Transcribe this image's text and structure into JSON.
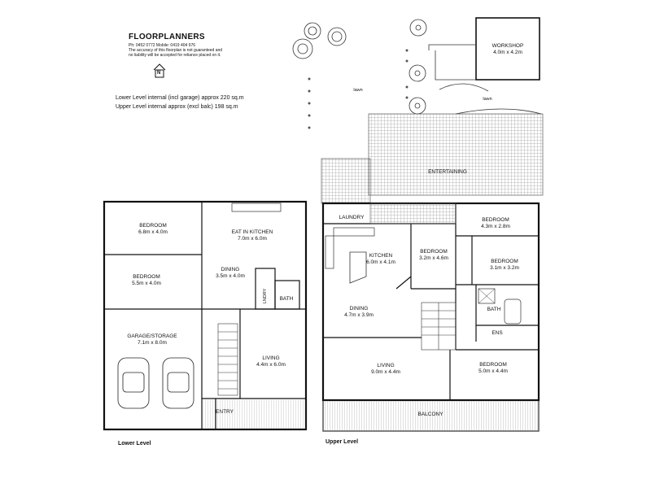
{
  "header": {
    "brand": "FLOORPLANNERS",
    "contact": "Ph: 0452 0772 Mobile: 0419 404 976",
    "disclaimer": "The accuracy of this floorplan is not guaranteed and no liability will be accepted for reliance placed on it.",
    "north": "N",
    "lower_area": "Lower Level internal (incl garage) approx 220 sq.m",
    "upper_area": "Upper Level internal approx (excl balc) 198 sq.m"
  },
  "levels": {
    "lower": "Lower Level",
    "upper": "Upper Level"
  },
  "rooms": {
    "lower_bedroom1": {
      "name": "BEDROOM",
      "size": "6.8m x 4.0m"
    },
    "lower_bedroom2": {
      "name": "BEDROOM",
      "size": "5.5m x 4.0m"
    },
    "eat_in_kitchen": {
      "name": "EAT IN KITCHEN",
      "size": "7.0m x 6.0m"
    },
    "lower_dining": {
      "name": "DINING",
      "size": "3.5m x 4.0m"
    },
    "lower_laundry": {
      "name": "LNDRY"
    },
    "lower_bath": {
      "name": "BATH"
    },
    "garage": {
      "name": "GARAGE/STORAGE",
      "size": "7.1m x 8.0m"
    },
    "lower_living": {
      "name": "LIVING",
      "size": "4.4m x 6.0m"
    },
    "entry": {
      "name": "ENTRY"
    },
    "upper_laundry": {
      "name": "LAUNDRY"
    },
    "kitchen": {
      "name": "KITCHEN",
      "size": "6.0m x 4.1m"
    },
    "upper_bedroom_mid": {
      "name": "BEDROOM",
      "size": "3.2m x 4.6m"
    },
    "upper_bedroom_tr": {
      "name": "BEDROOM",
      "size": "4.3m x 2.8m"
    },
    "upper_bedroom_r": {
      "name": "BEDROOM",
      "size": "3.1m x 3.2m"
    },
    "upper_dining": {
      "name": "DINING",
      "size": "4.7m x 3.9m"
    },
    "upper_bath": {
      "name": "BATH"
    },
    "ens": {
      "name": "ENS"
    },
    "upper_living": {
      "name": "LIVING",
      "size": "9.0m x 4.4m"
    },
    "upper_bedroom_br": {
      "name": "BEDROOM",
      "size": "5.0m x 4.4m"
    },
    "balcony": {
      "name": "BALCONY"
    },
    "entertaining": {
      "name": "ENTERTAINING"
    },
    "workshop": {
      "name": "WORKSHOP",
      "size": "4.0m x 4.2m"
    },
    "lawn1": {
      "name": "lawn"
    },
    "lawn2": {
      "name": "lawn"
    }
  }
}
